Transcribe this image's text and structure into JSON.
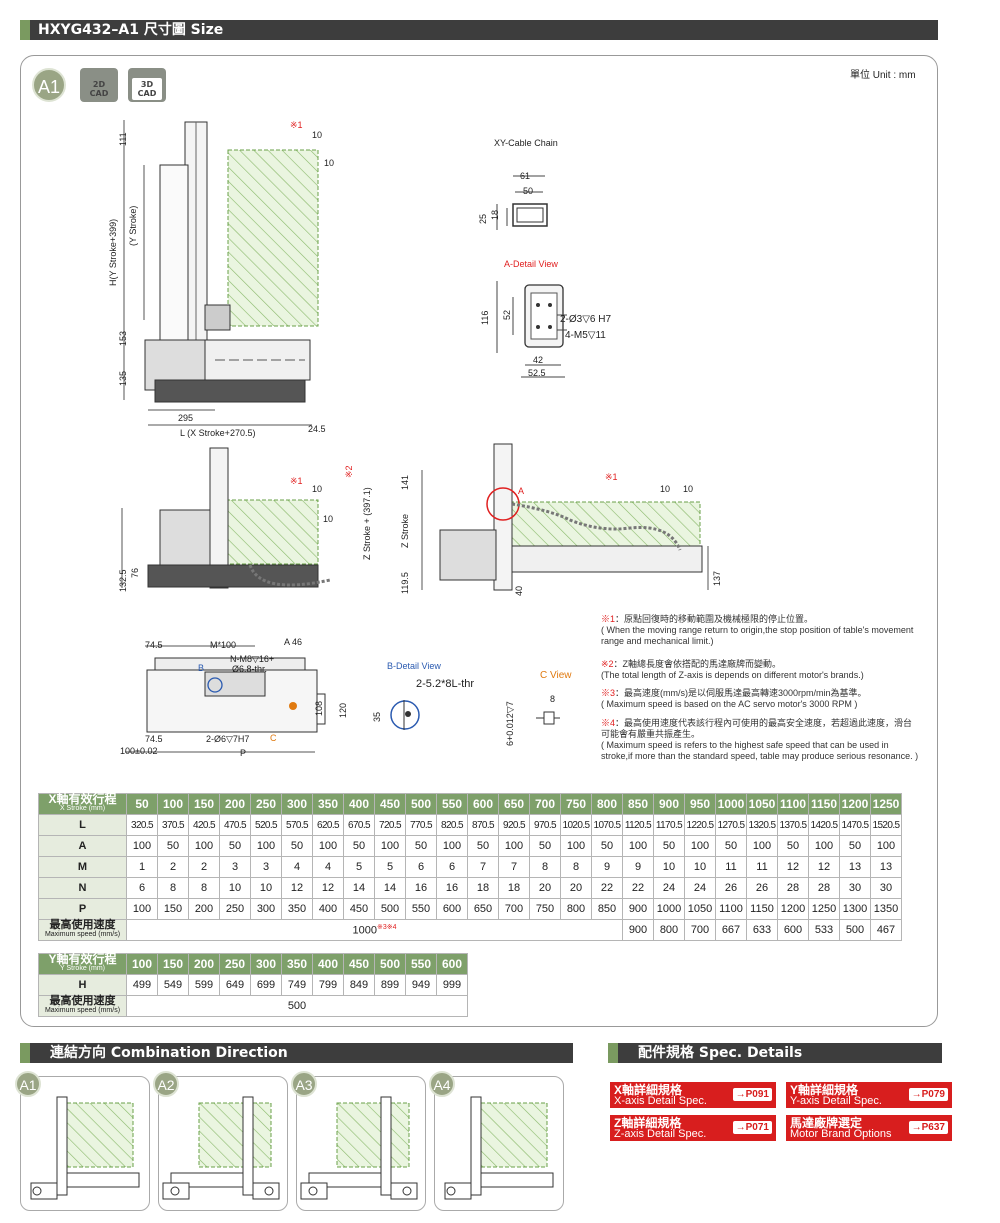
{
  "header": {
    "title": "HXYG432–A1 尺寸圖  Size",
    "unit": "單位 Unit : mm"
  },
  "badges": {
    "a1": "A1",
    "cad2d": "2D",
    "cad3d": "3D",
    "cad": "CAD"
  },
  "drawing1": {
    "mark1": "※1",
    "d10a": "10",
    "d10b": "10",
    "d111": "111",
    "hlabel": "H(Y Stroke+399)",
    "ylabel": "(Y Stroke)",
    "d153": "153",
    "d135": "135",
    "d295": "295",
    "llabel": "L (X Stroke+270.5)",
    "d245": "24.5"
  },
  "cable": {
    "title": "XY-Cable  Chain",
    "d61": "61",
    "d50": "50",
    "d25": "25",
    "d18": "18"
  },
  "adetail": {
    "title": "A-Detail View",
    "d116": "116",
    "d52": "52",
    "h1": "2-Ø3▽6  H7",
    "h2": "4-M5▽11",
    "d42": "42",
    "d525": "52.5"
  },
  "drawing2": {
    "mark1": "※1",
    "d10a": "10",
    "d10b": "10",
    "d1325": "132.5",
    "d76": "76",
    "mark2": "※2",
    "zl": "Z Stroke + (397.1)"
  },
  "drawing3": {
    "d141": "141",
    "zs": "Z Stroke",
    "d1195": "119.5",
    "d40": "40",
    "a": "A",
    "mark1": "※1",
    "d10a": "10",
    "d10b": "10",
    "d137": "137"
  },
  "drawing4": {
    "d745a": "74.5",
    "m100": "M*100",
    "a46": "A  46",
    "b": "B",
    "m8": "N-M8▽16+",
    "thr": "Ø6.8-thr.",
    "h7": "2-Ø6▽7H7",
    "c": "C",
    "d745b": "74.5",
    "d100": "100±0.02",
    "p": "P",
    "d108": "108",
    "d120": "120"
  },
  "bdetail": {
    "title": "B-Detail View",
    "thread": "2-5.2*8L-thr",
    "d35": "35"
  },
  "cview": {
    "title": "C View",
    "d8": "8",
    "tol": "6+0.012▽7"
  },
  "notes": [
    {
      "k": "※1",
      "t": "：原點回復時的移動範圍及機械極限的停止位置。",
      "e": "( When the moving range return to origin,the stop position of table's movement range and mechanical limit.)"
    },
    {
      "k": "※2",
      "t": "：Z軸總長度會依搭配的馬達廠牌而變動。",
      "e": "(The total length of Z-axis is depends on different motor's brands.)"
    },
    {
      "k": "※3",
      "t": "：最高速度(mm/s)是以伺服馬達最高轉速3000rpm/min為基準。",
      "e": "( Maximum speed is based on the AC servo motor's 3000 RPM )"
    },
    {
      "k": "※4",
      "t": "：最高使用速度代表該行程內可使用的最高安全速度，若超過此速度，滑台可能會有嚴重共振產生。",
      "e": "( Maximum speed is refers to the highest safe speed that can be used in stroke,if more than the standard speed, table may produce serious resonance. )"
    }
  ],
  "xtable": {
    "head": "X軸有效行程",
    "head_en": "X Stroke (mm)",
    "stroke": [
      "50",
      "100",
      "150",
      "200",
      "250",
      "300",
      "350",
      "400",
      "450",
      "500",
      "550",
      "600",
      "650",
      "700",
      "750",
      "800",
      "850",
      "900",
      "950",
      "1000",
      "1050",
      "1100",
      "1150",
      "1200",
      "1250"
    ],
    "rows": [
      {
        "label": "L",
        "v": [
          "320.5",
          "370.5",
          "420.5",
          "470.5",
          "520.5",
          "570.5",
          "620.5",
          "670.5",
          "720.5",
          "770.5",
          "820.5",
          "870.5",
          "920.5",
          "970.5",
          "1020.5",
          "1070.5",
          "1120.5",
          "1170.5",
          "1220.5",
          "1270.5",
          "1320.5",
          "1370.5",
          "1420.5",
          "1470.5",
          "1520.5"
        ]
      },
      {
        "label": "A",
        "v": [
          "100",
          "50",
          "100",
          "50",
          "100",
          "50",
          "100",
          "50",
          "100",
          "50",
          "100",
          "50",
          "100",
          "50",
          "100",
          "50",
          "100",
          "50",
          "100",
          "50",
          "100",
          "50",
          "100",
          "50",
          "100"
        ]
      },
      {
        "label": "M",
        "v": [
          "1",
          "2",
          "2",
          "3",
          "3",
          "4",
          "4",
          "5",
          "5",
          "6",
          "6",
          "7",
          "7",
          "8",
          "8",
          "9",
          "9",
          "10",
          "10",
          "11",
          "11",
          "12",
          "12",
          "13",
          "13"
        ]
      },
      {
        "label": "N",
        "v": [
          "6",
          "8",
          "8",
          "10",
          "10",
          "12",
          "12",
          "14",
          "14",
          "16",
          "16",
          "18",
          "18",
          "20",
          "20",
          "22",
          "22",
          "24",
          "24",
          "26",
          "26",
          "28",
          "28",
          "30",
          "30"
        ]
      },
      {
        "label": "P",
        "v": [
          "100",
          "150",
          "200",
          "250",
          "300",
          "350",
          "400",
          "450",
          "500",
          "550",
          "600",
          "650",
          "700",
          "750",
          "800",
          "850",
          "900",
          "1000",
          "1050",
          "1100",
          "1150",
          "1200",
          "1250",
          "1300",
          "1350"
        ]
      }
    ],
    "speed_label": "最高使用速度",
    "speed_label_en": "Maximum speed (mm/s)",
    "speed_main": "1000",
    "speed_mark": "※3※4",
    "speed_tail": [
      "900",
      "800",
      "700",
      "667",
      "633",
      "600",
      "533",
      "500",
      "467"
    ]
  },
  "ytable": {
    "head": "Y軸有效行程",
    "head_en": "Y Stroke (mm)",
    "stroke": [
      "100",
      "150",
      "200",
      "250",
      "300",
      "350",
      "400",
      "450",
      "500",
      "550",
      "600"
    ],
    "h_label": "H",
    "h": [
      "499",
      "549",
      "599",
      "649",
      "699",
      "749",
      "799",
      "849",
      "899",
      "949",
      "999"
    ],
    "speed_label": "最高使用速度",
    "speed_label_en": "Maximum speed (mm/s)",
    "speed": "500"
  },
  "combination": {
    "title": "連結方向  Combination Direction",
    "items": [
      "A1",
      "A2",
      "A3",
      "A4"
    ]
  },
  "specs": {
    "title": "配件規格  Spec. Details",
    "items": [
      {
        "zh": "X軸詳細規格",
        "en": "X-axis Detail Spec.",
        "page": "→P091"
      },
      {
        "zh": "Y軸詳細規格",
        "en": "Y-axis Detail Spec.",
        "page": "→P079"
      },
      {
        "zh": "Z軸詳細規格",
        "en": "Z-axis Detail Spec.",
        "page": "→P071"
      },
      {
        "zh": "馬達廠牌選定",
        "en": "Motor Brand Options",
        "page": "→P637"
      }
    ]
  }
}
